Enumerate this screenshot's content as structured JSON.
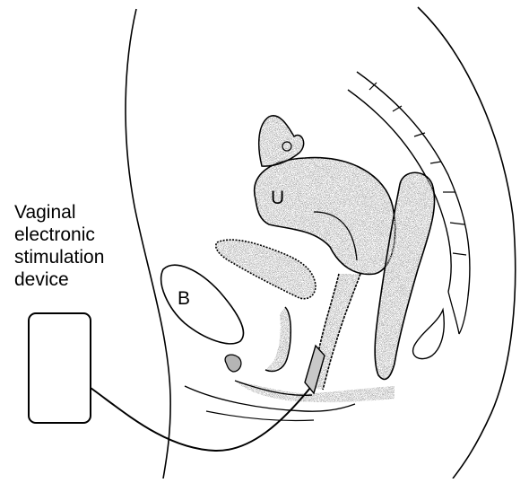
{
  "labels": {
    "device_line1": "Vaginal",
    "device_line2": "electronic",
    "device_line3": "stimulation",
    "device_line4": "device",
    "uterus_letter": "U",
    "bladder_letter": "B"
  },
  "colors": {
    "line": "#000000",
    "stipple": "#b5b5b5",
    "electrode": "#c8c8c8",
    "background": "#ffffff"
  }
}
